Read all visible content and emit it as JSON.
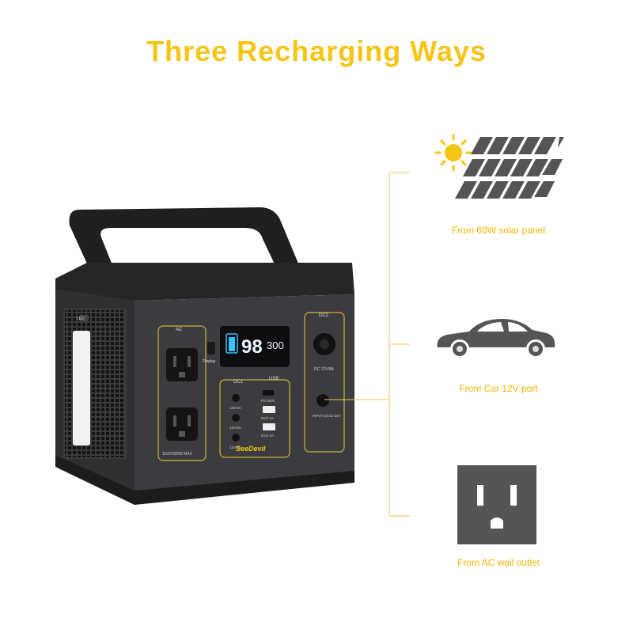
{
  "title": "Three Recharging Ways",
  "accent_color": "#f6c514",
  "product": {
    "brand": "SeeDevil",
    "display": {
      "battery_percent": "98",
      "watts": "300",
      "display_button_label": "Display"
    },
    "labels": {
      "ac": "AC",
      "ac_rating": "110V/300W MAX",
      "dc1": "DC1",
      "usb": "USB",
      "dc2": "DC2",
      "led": "LED",
      "port_12v_a": "12V/3A",
      "port_12v_b": "12V/3A",
      "port_12v_c": "12V/3A",
      "usb_pd": "PD 60W",
      "usb_a1": "5V/2.4A",
      "usb_a2": "5V/2.4A",
      "dc_car": "DC 12V/8A",
      "input": "INPUT DC12-24V"
    }
  },
  "methods": [
    {
      "icon": "solar-panel-icon",
      "caption": "From 60W solar panel"
    },
    {
      "icon": "car-icon",
      "caption": "From Car 12V port"
    },
    {
      "icon": "wall-outlet-icon",
      "caption": "From AC wall outlet"
    }
  ]
}
